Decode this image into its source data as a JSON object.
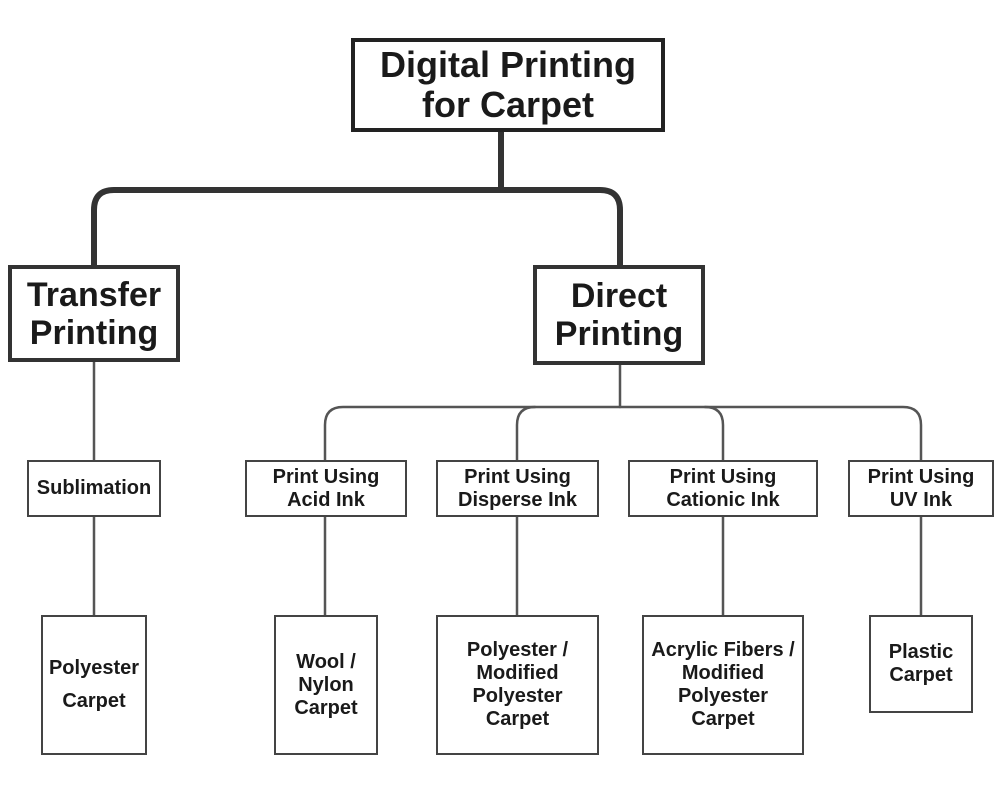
{
  "diagram": {
    "root": {
      "lines": [
        "Digital Printing",
        "for Carpet"
      ]
    },
    "transfer": {
      "lines": [
        "Transfer",
        "Printing"
      ],
      "method": {
        "lines": [
          "Sublimation"
        ]
      },
      "material": {
        "lines": [
          "Polyester",
          "Carpet"
        ]
      }
    },
    "direct": {
      "lines": [
        "Direct",
        "Printing"
      ],
      "methods": [
        {
          "lines": [
            "Print Using",
            "Acid Ink"
          ],
          "material": {
            "lines": [
              "Wool /",
              "Nylon",
              "Carpet"
            ]
          }
        },
        {
          "lines": [
            "Print Using",
            "Disperse Ink"
          ],
          "material": {
            "lines": [
              "Polyester /",
              "Modified",
              "Polyester",
              "Carpet"
            ]
          }
        },
        {
          "lines": [
            "Print Using",
            "Cationic Ink"
          ],
          "material": {
            "lines": [
              "Acrylic Fibers /",
              "Modified",
              "Polyester",
              "Carpet"
            ]
          }
        },
        {
          "lines": [
            "Print Using",
            "UV Ink"
          ],
          "material": {
            "lines": [
              "Plastic",
              "Carpet"
            ]
          }
        }
      ]
    }
  }
}
